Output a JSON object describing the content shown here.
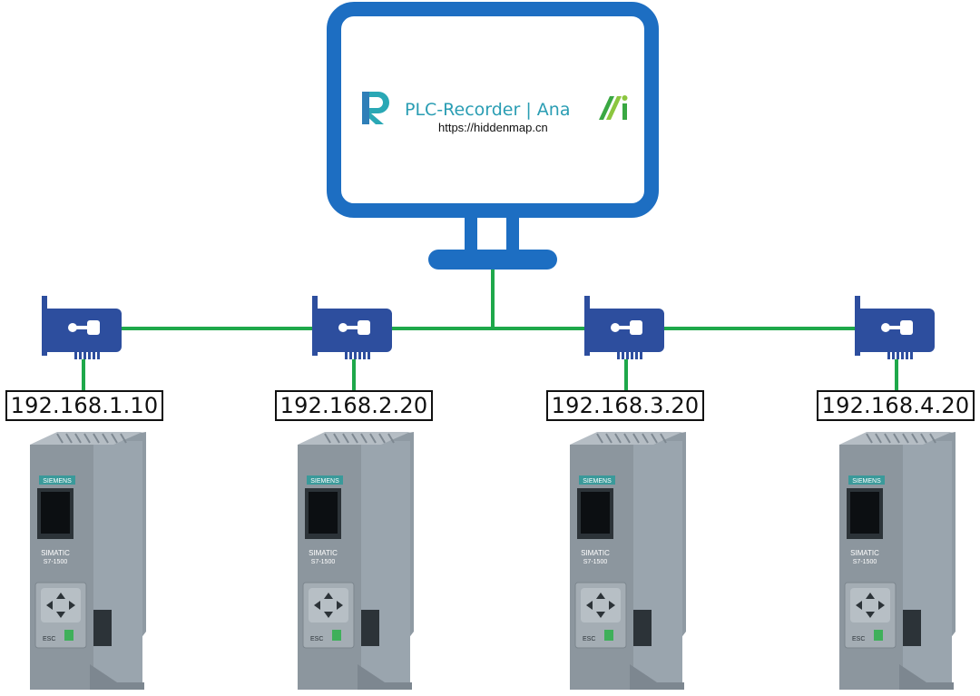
{
  "monitor": {
    "app_name": "PLC-Recorder | Ana",
    "url": "https://hiddenmap.cn",
    "frame_color": "#1d6ec2"
  },
  "network": {
    "line_color": "#1ea84a"
  },
  "nic_color": "#2d4e9e",
  "plc": {
    "brand": "SIEMENS",
    "model_line1": "SIMATIC",
    "model_line2": "S7-1500",
    "esc_label": "ESC"
  },
  "nodes": [
    {
      "ip": "192.168.1.10"
    },
    {
      "ip": "192.168.2.20"
    },
    {
      "ip": "192.168.3.20"
    },
    {
      "ip": "192.168.4.20"
    }
  ]
}
